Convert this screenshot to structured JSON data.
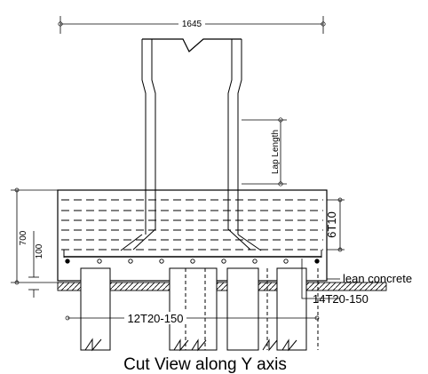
{
  "dimensions": {
    "overall_width": "1645",
    "lap_length": "Lap Length",
    "footing_depth": "700",
    "blinding_depth": "100"
  },
  "reinforcement": {
    "side_bars": "6T10",
    "bottom_bars_y": "14T20-150",
    "bottom_bars_x": "12T20-150"
  },
  "labels": {
    "lean_concrete": "lean concrete"
  },
  "caption": "Cut View along Y axis",
  "colors": {
    "line": "#000000",
    "background": "#ffffff"
  }
}
